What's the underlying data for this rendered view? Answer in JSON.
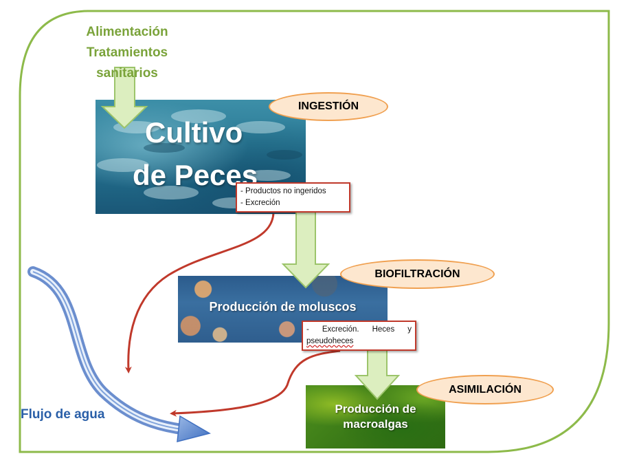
{
  "inputs": {
    "line1": "Alimentación",
    "line2": "Tratamientos",
    "line3": "sanitarios"
  },
  "fish_farming": {
    "line1": "Cultivo",
    "line2": "de Peces"
  },
  "stages": {
    "ingestion": "INGESTIÓN",
    "biofiltration": "BIOFILTRACIÓN",
    "assimilation": "ASIMILACIÓN"
  },
  "fish_outputs": {
    "item1": "- Productos no ingeridos",
    "item2": "- Excreción"
  },
  "mollusc_outputs": {
    "w1": "-",
    "w2": "Excreción.",
    "w3": "Heces",
    "w4": "y",
    "line2": "pseudoheces"
  },
  "molluscs": {
    "title": "Producción de moluscos"
  },
  "macroalgae": {
    "line1": "Producción de",
    "line2": "macroalgas"
  },
  "water_flow": {
    "label": "Flujo de agua"
  },
  "colors": {
    "frame_green": "#8dba4a",
    "label_green": "#7aa33a",
    "arrow_fill": "#dceebf",
    "arrow_stroke": "#9cc46a",
    "oval_fill": "#fde7cf",
    "oval_border": "#f0a050",
    "red_arrow": "#c0392b",
    "flow_blue": "#2a5fa8"
  }
}
